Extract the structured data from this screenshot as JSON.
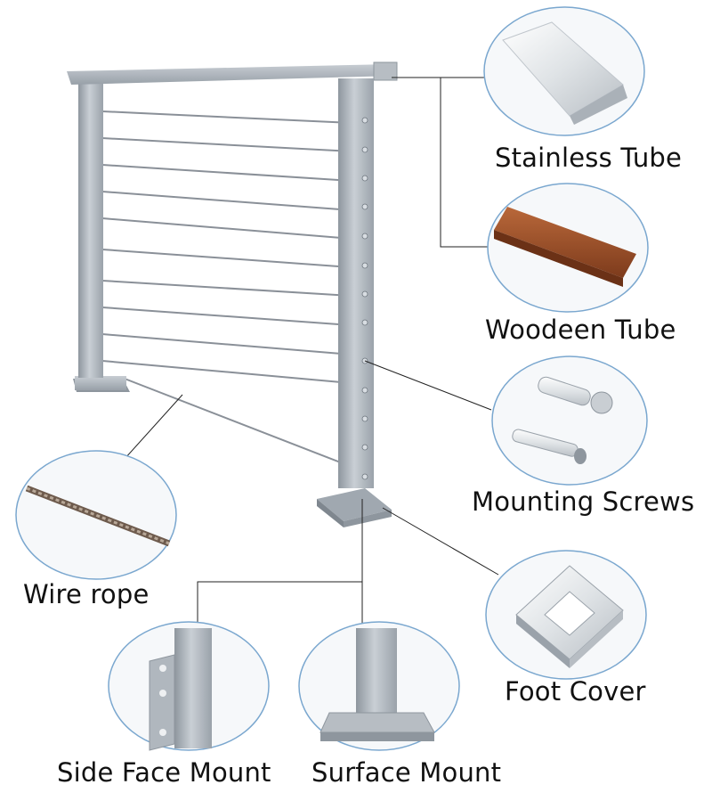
{
  "labels": {
    "stainless_tube": "Stainless Tube",
    "wooden_tube": "Woodeen Tube",
    "mounting_screws": "Mounting Screws",
    "wire_rope": "Wire rope",
    "foot_cover": "Foot Cover",
    "side_face_mount": "Side Face Mount",
    "surface_mount": "Surface Mount"
  },
  "colors": {
    "callout_border": "#7aa7cf",
    "steel": "#a9b0b8",
    "wood": "#a0522d",
    "leader": "#222222"
  }
}
